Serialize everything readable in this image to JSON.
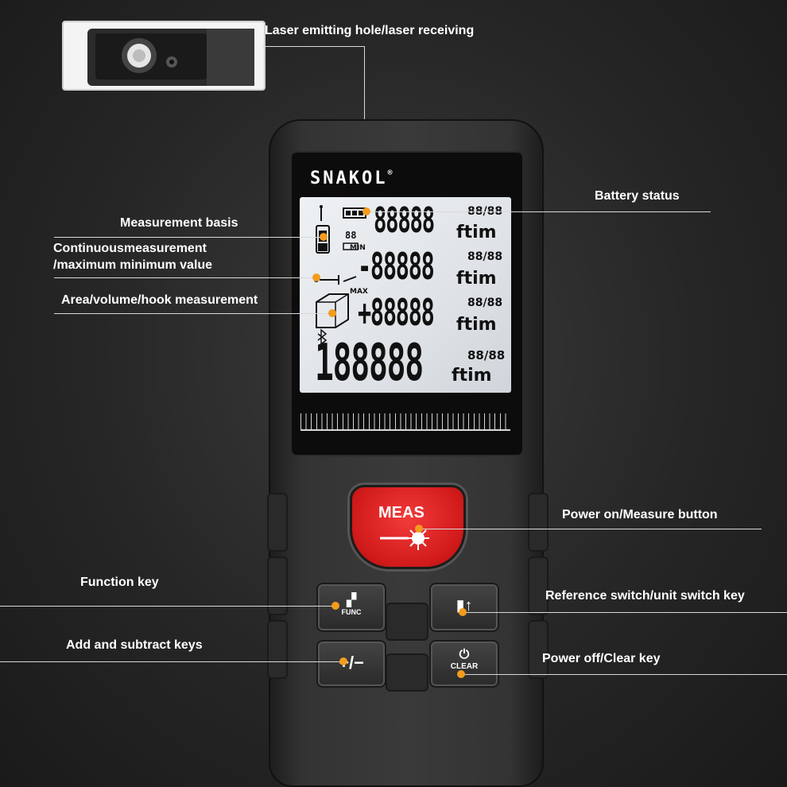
{
  "inset_label": "Laser emitting hole/laser receiving",
  "device": {
    "brand": "SNAKOL",
    "brand_mark": "®",
    "meas_label": "MEAS",
    "func_label": "FUNC",
    "clear_label": "CLEAR",
    "plus_minus": "+/−"
  },
  "lcd": {
    "row1": "88888",
    "row2": "-88888",
    "row3": "+88888",
    "row4": "188888",
    "unit_sup": "88/88",
    "unit": "ftim",
    "min_tag": "MIN",
    "max_tag": "MAX"
  },
  "labels": {
    "battery": "Battery status",
    "basis": "Measurement basis",
    "continuous_1": "Continuousmeasurement",
    "continuous_2": "/maximum minimum value",
    "area": "Area/volume/hook measurement",
    "power_on": "Power on/Measure button",
    "function": "Function key",
    "reference": "Reference switch/unit switch key",
    "add_sub": "Add and subtract keys",
    "power_off": "Power off/Clear key"
  },
  "colors": {
    "callout_dot": "#f39c1e",
    "meas_button": "#d11a1a"
  }
}
